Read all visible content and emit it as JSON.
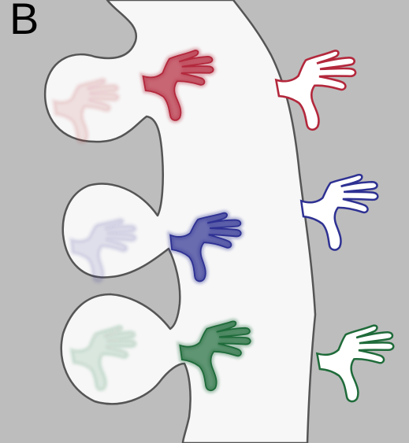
{
  "panel": {
    "letter": "B"
  },
  "colors": {
    "background": "#bdbdbd",
    "channel_fill": "#f7f7f7",
    "channel_stroke": "#555555",
    "red": "#b3283c",
    "blue": "#2e3192",
    "green": "#1f6b3a"
  },
  "rows": [
    {
      "color_key": "red",
      "hands": [
        {
          "name": "hand-in-pocket-red",
          "style": "faded"
        },
        {
          "name": "hand-at-mouth-red",
          "style": "filled"
        },
        {
          "name": "hand-outside-red",
          "style": "outline"
        }
      ]
    },
    {
      "color_key": "blue",
      "hands": [
        {
          "name": "hand-in-pocket-blue",
          "style": "faded"
        },
        {
          "name": "hand-at-mouth-blue",
          "style": "filled"
        },
        {
          "name": "hand-outside-blue",
          "style": "outline"
        }
      ]
    },
    {
      "color_key": "green",
      "hands": [
        {
          "name": "hand-in-pocket-green",
          "style": "faded"
        },
        {
          "name": "hand-at-mouth-green",
          "style": "filled"
        },
        {
          "name": "hand-outside-green",
          "style": "outline"
        }
      ]
    }
  ]
}
